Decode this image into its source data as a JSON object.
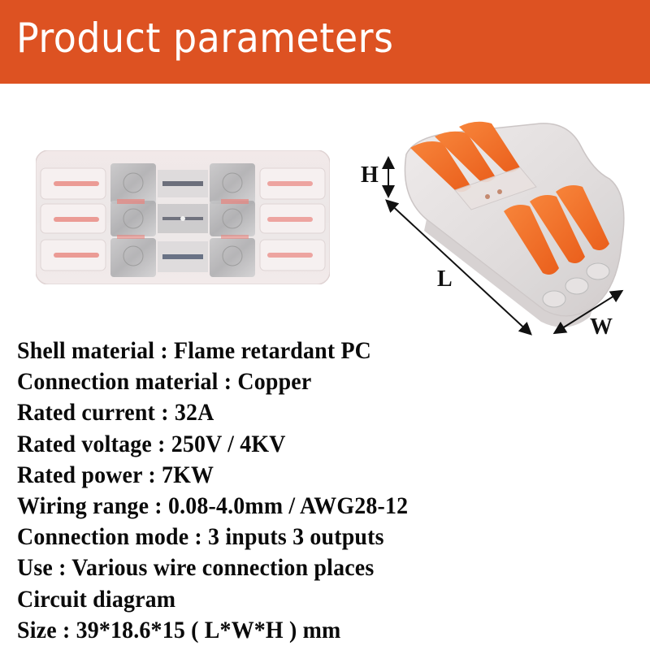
{
  "header": {
    "title": "Product parameters",
    "background_color": "#DD5222",
    "text_color": "#FFFFFF"
  },
  "images": {
    "top_view": {
      "description": "Transparent 3-in 3-out lever wire connector, top view"
    },
    "angle_view": {
      "description": "Transparent wire connector with orange levers, angled view with dimension arrows"
    }
  },
  "dimensions": {
    "height_label": "H",
    "length_label": "L",
    "width_label": "W"
  },
  "specs": [
    {
      "label": "Shell material",
      "value": "Flame retardant PC",
      "text": "Shell material : Flame retardant PC"
    },
    {
      "label": "Connection material",
      "value": "Copper",
      "text": "Connection material : Copper"
    },
    {
      "label": "Rated current",
      "value": "32A",
      "text": "Rated current : 32A"
    },
    {
      "label": "Rated voltage",
      "value": "250V / 4KV",
      "text": "Rated voltage : 250V / 4KV"
    },
    {
      "label": "Rated power",
      "value": "7KW",
      "text": "Rated power : 7KW"
    },
    {
      "label": "Wiring range",
      "value": "0.08-4.0mm / AWG28-12",
      "text": "Wiring range : 0.08-4.0mm / AWG28-12"
    },
    {
      "label": "Connection mode",
      "value": "3 inputs 3 outputs",
      "text": "Connection mode : 3 inputs 3 outputs"
    },
    {
      "label": "Use",
      "value": "Various wire connection places",
      "text": "Use : Various wire connection places"
    },
    {
      "label": "Circuit diagram",
      "value": "",
      "text": "Circuit diagram"
    },
    {
      "label": "Size",
      "value": "39*18.6*15 ( L*W*H ) mm",
      "text": "Size : 39*18.6*15 ( L*W*H ) mm"
    }
  ],
  "colors": {
    "lever_orange": "#F2722A",
    "housing_clear": "#EDE6E6",
    "contact_red": "#E46A62"
  }
}
